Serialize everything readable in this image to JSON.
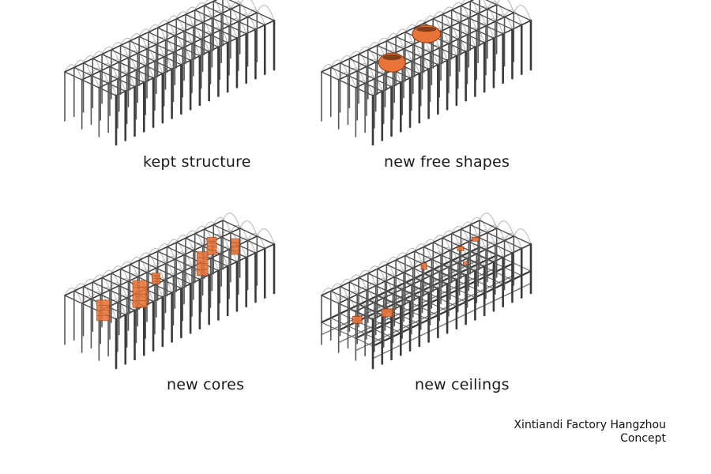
{
  "panels": [
    {
      "caption": "kept structure"
    },
    {
      "caption": "new free shapes"
    },
    {
      "caption": "new cores"
    },
    {
      "caption": "new ceilings"
    }
  ],
  "credit": {
    "project": "Xintiandi Factory Hangzhou",
    "subtitle": "Concept"
  },
  "colors": {
    "structure": "#3a3a3a",
    "arch": "#bdbdbd",
    "accent": "#e8743a"
  }
}
